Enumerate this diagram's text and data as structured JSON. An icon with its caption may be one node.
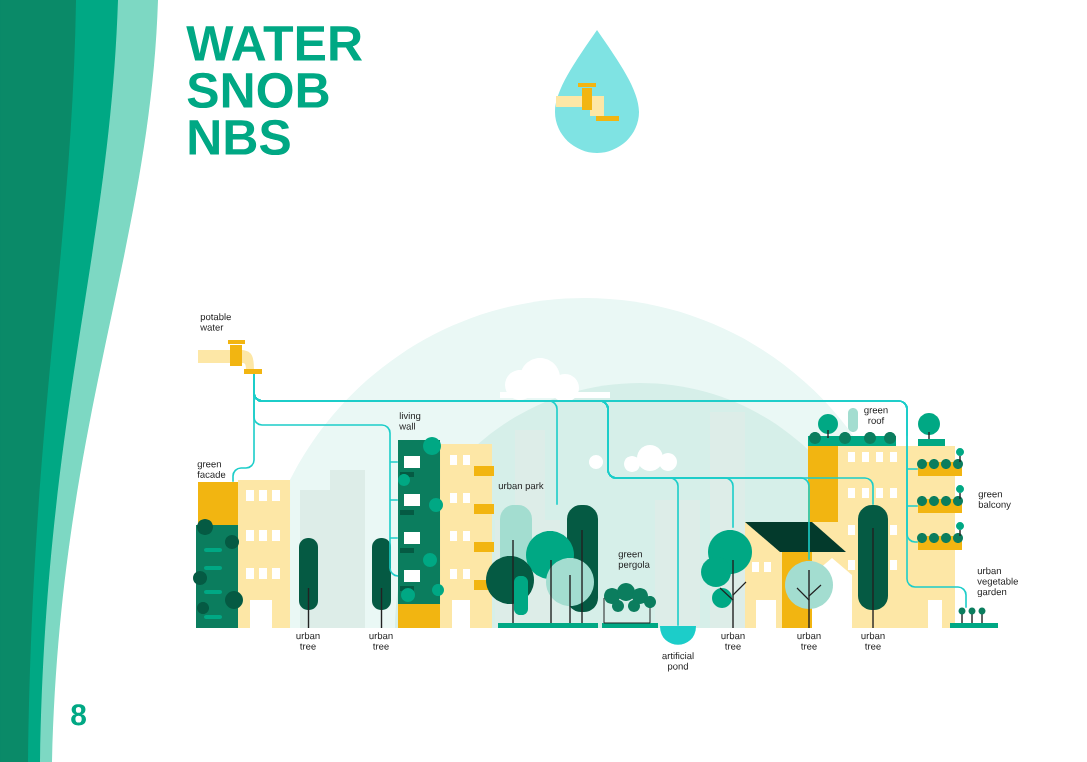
{
  "diagram": {
    "title": "WATER SNOB NBS",
    "nodes": [
      {
        "text": [
          "potable water"
        ]
      },
      {
        "text": [
          "living wall"
        ]
      },
      {
        "text": [
          "green roof"
        ]
      },
      {
        "text": [
          "green facade"
        ]
      },
      {
        "text": [
          "urban park"
        ]
      },
      {
        "text": [
          "green balcony"
        ]
      },
      {
        "text": [
          "green pergola"
        ]
      },
      {
        "text": [
          "urban vegetable garden"
        ]
      },
      {
        "text": [
          "urban tree"
        ]
      },
      {
        "text": [
          "urban tree"
        ]
      },
      {
        "text": [
          "artificial pond"
        ]
      },
      {
        "text": [
          "urban tree"
        ]
      },
      {
        "text": [
          "urban tree"
        ]
      },
      {
        "text": [
          "urban tree"
        ]
      }
    ],
    "edges": [
      {
        "from": 0,
        "to": 3,
        "arrow": "none"
      },
      {
        "from": 0,
        "to": 1,
        "arrow": "none"
      },
      {
        "from": 0,
        "to": 4,
        "arrow": "none"
      },
      {
        "from": 0,
        "to": 10,
        "arrow": "none"
      },
      {
        "from": 0,
        "to": 11,
        "arrow": "none"
      },
      {
        "from": 0,
        "to": 12,
        "arrow": "none"
      },
      {
        "from": 0,
        "to": 13,
        "arrow": "none"
      },
      {
        "from": 0,
        "to": 2,
        "arrow": "none"
      },
      {
        "from": 0,
        "to": 5,
        "arrow": "none"
      },
      {
        "from": 0,
        "to": 7,
        "arrow": "none"
      }
    ],
    "labels": [
      "8"
    ]
  }
}
